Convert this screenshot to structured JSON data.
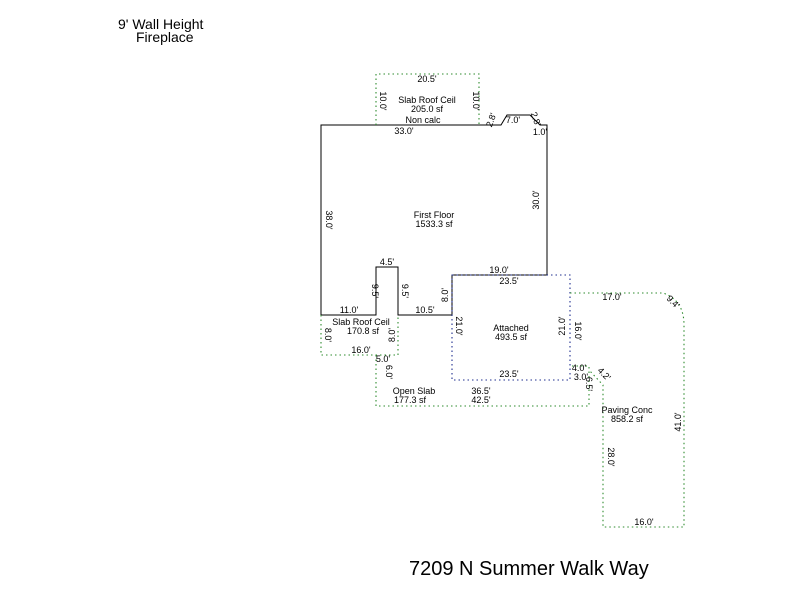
{
  "notes": {
    "wall_height": "9' Wall Height",
    "fireplace": "Fireplace"
  },
  "address": "7209 N Summer Walk Way",
  "areas": {
    "first_floor": {
      "name": "First Floor",
      "sqft": "1533.3 sf"
    },
    "slab_roof_ceil_top": {
      "name": "Slab Roof Ceil",
      "sqft": "205.0 sf",
      "note": "Non calc"
    },
    "slab_roof_ceil_left": {
      "name": "Slab Roof Ceil",
      "sqft": "170.8 sf"
    },
    "attached": {
      "name": "Attached",
      "sqft": "493.5 sf"
    },
    "open_slab": {
      "name": "Open Slab",
      "sqft": "177.3 sf"
    },
    "paving_conc": {
      "name": "Paving Conc",
      "sqft": "858.2 sf"
    }
  },
  "dimensions": {
    "ff_top": "33.0'",
    "ff_left": "38.0'",
    "ff_right": "30.0'",
    "ff_corner_a": "2.8'",
    "ff_corner_b": "7.0'",
    "ff_corner_c": "2.8'",
    "ff_corner_d": "1.0'",
    "ff_bottom_left": "11.0'",
    "ff_notch_top": "4.5'",
    "ff_notch_left": "9.5'",
    "ff_notch_right": "9.5'",
    "ff_bottom_mid": "10.5'",
    "ff_step": "8.0'",
    "ff_garage_top": "19.0'",
    "srt_top": "20.5'",
    "srt_left": "10.0'",
    "srt_right": "10.0'",
    "srl_left": "8.0'",
    "srl_right": "8.0'",
    "srl_bottom": "16.0'",
    "att_top": "23.5'",
    "att_left": "21.0'",
    "att_right": "21.0'",
    "att_bottom": "23.5'",
    "os_a": "5.0'",
    "os_b": "6.0'",
    "os_top": "36.5'",
    "os_bottom": "42.5'",
    "os_c": "4.0'",
    "os_d": "3.0'",
    "os_e": "6.5'",
    "pc_top": "17.0'",
    "pc_corner": "9.4'",
    "pc_left_edge": "16.0'",
    "pc_diag": "4.2'",
    "pc_right": "41.0'",
    "pc_left": "28.0'",
    "pc_bottom": "16.0'"
  },
  "colors": {
    "wall": "#000000",
    "exterior_dotted": "#2e8b2e",
    "garage_dotted": "#1f2f8f"
  }
}
